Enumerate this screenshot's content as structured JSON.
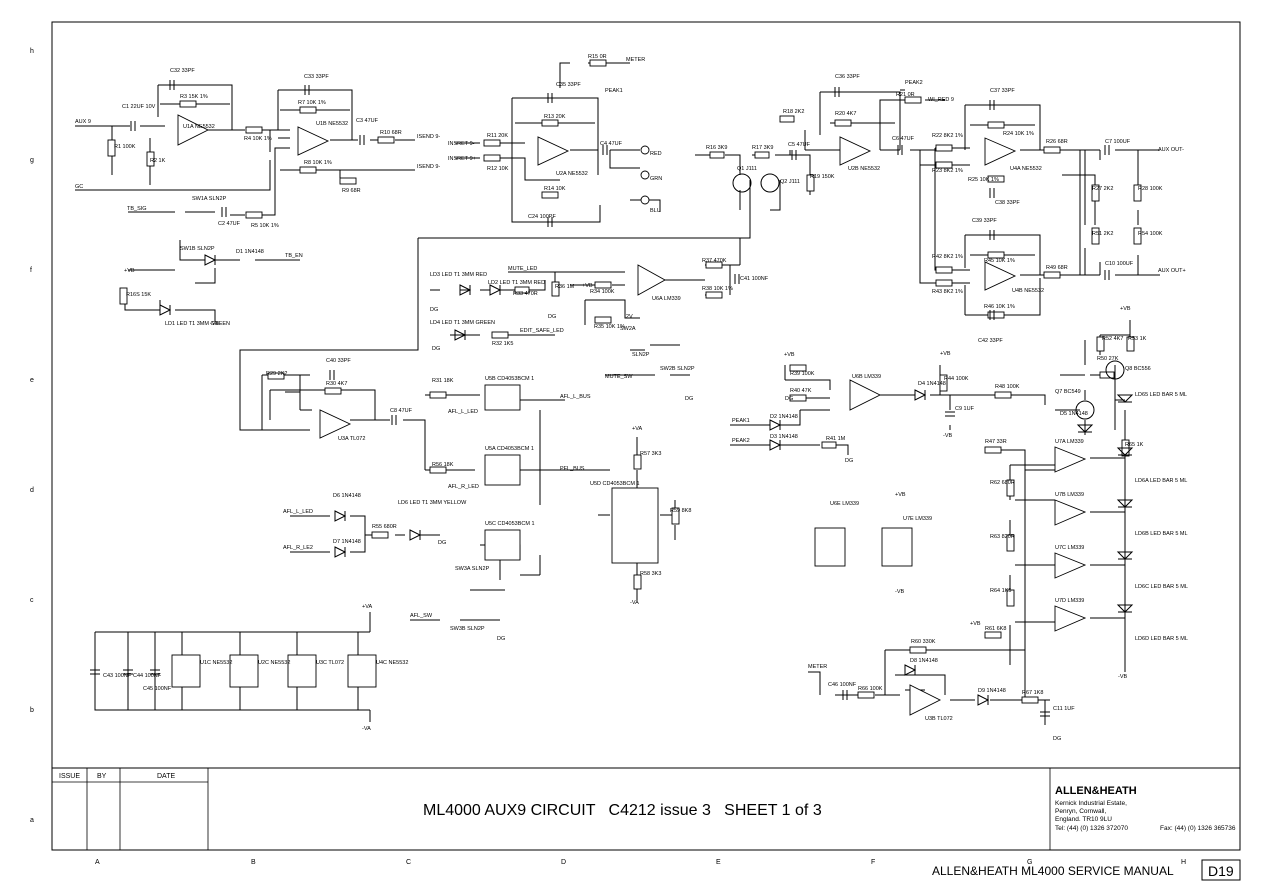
{
  "sheet": {
    "title": "ML4000 AUX9 CIRCUIT   C4212 issue 3   SHEET 1 of 3",
    "footer": "ALLEN&HEATH ML4000 SERVICE MANUAL",
    "page_badge": "D19",
    "grid_cols": [
      "A",
      "B",
      "C",
      "D",
      "E",
      "F",
      "G",
      "H"
    ],
    "grid_rows": [
      "h",
      "g",
      "f",
      "e",
      "d",
      "c",
      "b",
      "a"
    ],
    "titleblock": {
      "issue_hdr": "ISSUE",
      "by_hdr": "BY",
      "date_hdr": "DATE",
      "company": "ALLEN&HEATH",
      "addr1": "Kernick Industrial Estate,",
      "addr2": "Penryn, Cornwall,",
      "addr3": "England. TR10 9LU",
      "phone": "Tel: (44) (0) 1326 372070",
      "fax": "Fax: (44) (0) 1326 365736"
    }
  },
  "nets": {
    "aux9": "AUX 9",
    "gc": "GC",
    "tb_sig": "TB_SIG",
    "tb_en": "TB_EN",
    "meter_out": "METER",
    "peak1": "PEAK1",
    "peak2": "PEAK2",
    "insert9_send_a": "ISEND 9-",
    "insert9_send_b": "ISEND 9-",
    "insret9_minus": "INSRET 9-",
    "insret9_plus": "INSRET 9+",
    "red": "RED",
    "grn": "GRN",
    "blu": "BLU",
    "wired9": "WI_RED 9",
    "aux_out_minus": "AUX OUT-",
    "aux_out_plus": "AUX OUT+",
    "mute_led": "MUTE_LED",
    "edit_safe_led": "EDIT_SAFE_LED",
    "mute_sw": "MUTE_SW",
    "afl_l_bus": "AFL_L_BUS",
    "pfl_bus": "PFL_BUS",
    "afl_l_led": "AFL_L_LED",
    "afl_r_led": "AFL_R_LED",
    "afl_led2": "AFL_L_LED",
    "afl_r_le2": "AFL_R_LE2",
    "afl_sw": "AFL_SW",
    "meter_in": "METER",
    "peak1_in": "PEAK1",
    "peak2_in": "PEAK2",
    "plus_vb": "+VB",
    "minus_vb": "-VB",
    "plus_va": "+VA",
    "minus_va": "-VA",
    "dg": "DG",
    "v2": "2V"
  },
  "components": {
    "u1a": "U1A\nNE5532",
    "u1b": "U1B NE5532",
    "u2a": "U2A NE5532",
    "u2b": "U2B NE5532",
    "u4a": "U4A NE5532",
    "u4b": "U4B NE5532",
    "u6a": "U6A LM339",
    "u3a": "U3A TL072",
    "u5b": "U5B CD4053BCM 1",
    "u5a": "U5A CD4053BCM 1",
    "u5c": "U5C CD4053BCM 1",
    "u5d": "U5D CD4053BCM 1",
    "u6b": "U6B LM339",
    "u7a": "U7A LM339",
    "u7b": "U7B LM339",
    "u7c": "U7C LM339",
    "u7d": "U7D LM339",
    "u3b": "U3B TL072",
    "u6e": "U6E LM339",
    "u7e": "U7E LM339",
    "u1c": "U1C NE5532",
    "u2c": "U2C NE5532",
    "u3c": "U3C TL072",
    "u4c": "U4C NE5532",
    "r1": "R1 100K",
    "r2": "R2 1K",
    "r3": "R3 15K 1%",
    "r4": "R4 10K 1%",
    "r5": "R5 10K 1%",
    "r7": "R7 10K 1%",
    "r8": "R8 10K 1%",
    "r9": "R9 68R",
    "r10": "R10 68R",
    "r11": "R11 20K",
    "r12": "R12 10K",
    "r13": "R13 20K",
    "r14": "R14 10K",
    "r15": "R15 0R",
    "r16": "R16 3K9",
    "r17": "R17 3K9",
    "r18": "R18 2K2",
    "r19": "R19 150K",
    "r20": "R20 4K7",
    "r21": "R21 0R",
    "r22": "R22 8K2 1%",
    "r23": "R23 8K2 1%",
    "r24": "R24 10K 1%",
    "r25": "R25 10K 1%",
    "r26": "R26 68R",
    "r27": "R27 2K2",
    "r28": "R28 100K",
    "r29": "R29 2K2",
    "r30": "R30 4K7",
    "r31": "R31 18K",
    "r32": "R32 1K5",
    "r33": "R33 470R",
    "r34": "R34 100K",
    "r35": "R35 10K 1%",
    "r36": "R36 1M",
    "r37": "R37 470K",
    "r38": "R38 10K 1%",
    "r39": "R39 100K",
    "r40": "R40 47K",
    "r41": "R41 1M",
    "r42": "R42 8K2 1%",
    "r43": "R43 8K2 1%",
    "r44": "R44 100K",
    "r45": "R45 10K 1%",
    "r46": "R46 10K 1%",
    "r47": "R47 33R",
    "r48": "R48 100K",
    "r49": "R49 68R",
    "r50": "R50 27K",
    "r51": "R51 2K2",
    "r52": "R52 4K7",
    "r53": "R53 1K",
    "r54": "R54 100K",
    "r55": "R55 680R",
    "r56": "R56 18K",
    "r57": "R57 3K3",
    "r58": "R58 3K3",
    "r59": "R59 8K8",
    "r60": "R60 330K",
    "r61": "R61 6K8",
    "r62": "R62 680R",
    "r63": "R63 820R",
    "r64": "R64 1K5",
    "r65": "R65 1K",
    "r66": "R66 100K",
    "r67": "R67 1K8",
    "r16s": "R16S 15K",
    "c1": "C1 22UF 10V",
    "c2": "C2 47UF",
    "c3": "C3 47UF",
    "c4": "C4 47UF",
    "c5": "C5 47UF",
    "c6": "C6 47UF",
    "c7": "C7 100UF",
    "c8": "C8 47UF",
    "c9": "C9 1UF",
    "c10": "C10 100UF",
    "c11": "C11 1UF",
    "c24": "C24 100PF",
    "c32": "C32 33PF",
    "c33": "C33 33PF",
    "c35": "C35 33PF",
    "c36": "C36 33PF",
    "c37": "C37 33PF",
    "c38": "C38 33PF",
    "c39": "C39 33PF",
    "c40": "C40 33PF",
    "c41": "C41 100NF",
    "c42": "C42 33PF",
    "c43": "C43 100NF",
    "c44": "C44 100NF",
    "c45": "C45 100NF",
    "c46": "C46 100NF",
    "q1": "Q1 J111",
    "q2": "Q2 J111",
    "q7": "Q7 BC549",
    "q8": "Q8 BC556",
    "d1": "D1 1N4148",
    "d2": "D2 1N4148",
    "d3": "D3 1N4148",
    "d4": "D4 1N4148",
    "d5": "D5 1N4148",
    "d6": "D6 1N4148",
    "d7": "D7 1N4148",
    "d8": "D8 1N4148",
    "d9": "D9 1N4148",
    "ld1": "LD1 LED T1 3MM GREEN",
    "ld2": "LD2 LED T1 3MM RED",
    "ld3": "LD3 LED T1 3MM RED",
    "ld4": "LD4 LED T1 3MM GREEN",
    "ld6": "LD6 LED T1 3MM YELLOW",
    "ld6a": "LD6A LED BAR 5 ML",
    "ld6b": "LD6B LED BAR 5 ML",
    "ld6c": "LD6C LED BAR 5 ML",
    "ld6d": "LD6D LED BAR 5 ML",
    "ld65": "LD65 LED BAR 5 ML",
    "sw1a": "SW1A SLN2P",
    "sw1b": "SW1B SLN2P",
    "sw2a": "SW2A",
    "sw2a_part": "SLN2P",
    "sw2b": "SW2B SLN2P",
    "sw3a": "SW3A SLN2P",
    "sw3b": "SW3B SLN2P"
  }
}
